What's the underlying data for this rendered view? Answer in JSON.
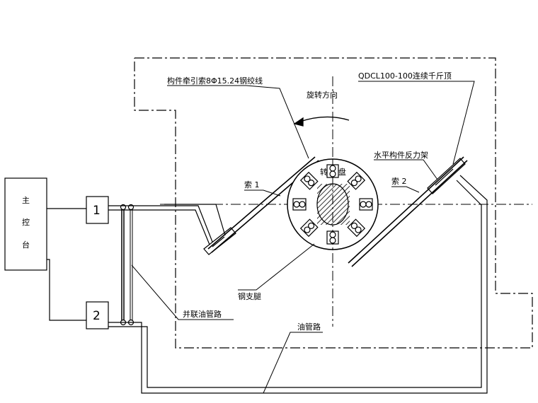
{
  "labels": {
    "console": [
      "主",
      "控",
      "台"
    ],
    "pump1": "1",
    "pump2": "2",
    "strand": "构件牵引索8Φ15.24钢绞线",
    "rotation": "旋转方向",
    "jack": "QDCL100-100连续千斤顶",
    "reaction_frame": "水平构件反力架",
    "cable1": "索 1",
    "cable2": "索 2",
    "turntable": [
      "转",
      "盘"
    ],
    "steel_leg": "钢支腿",
    "parallel_hose": "并联油管路",
    "hose": "油管路"
  },
  "colors": {
    "line": "#000000",
    "background": "#ffffff"
  }
}
